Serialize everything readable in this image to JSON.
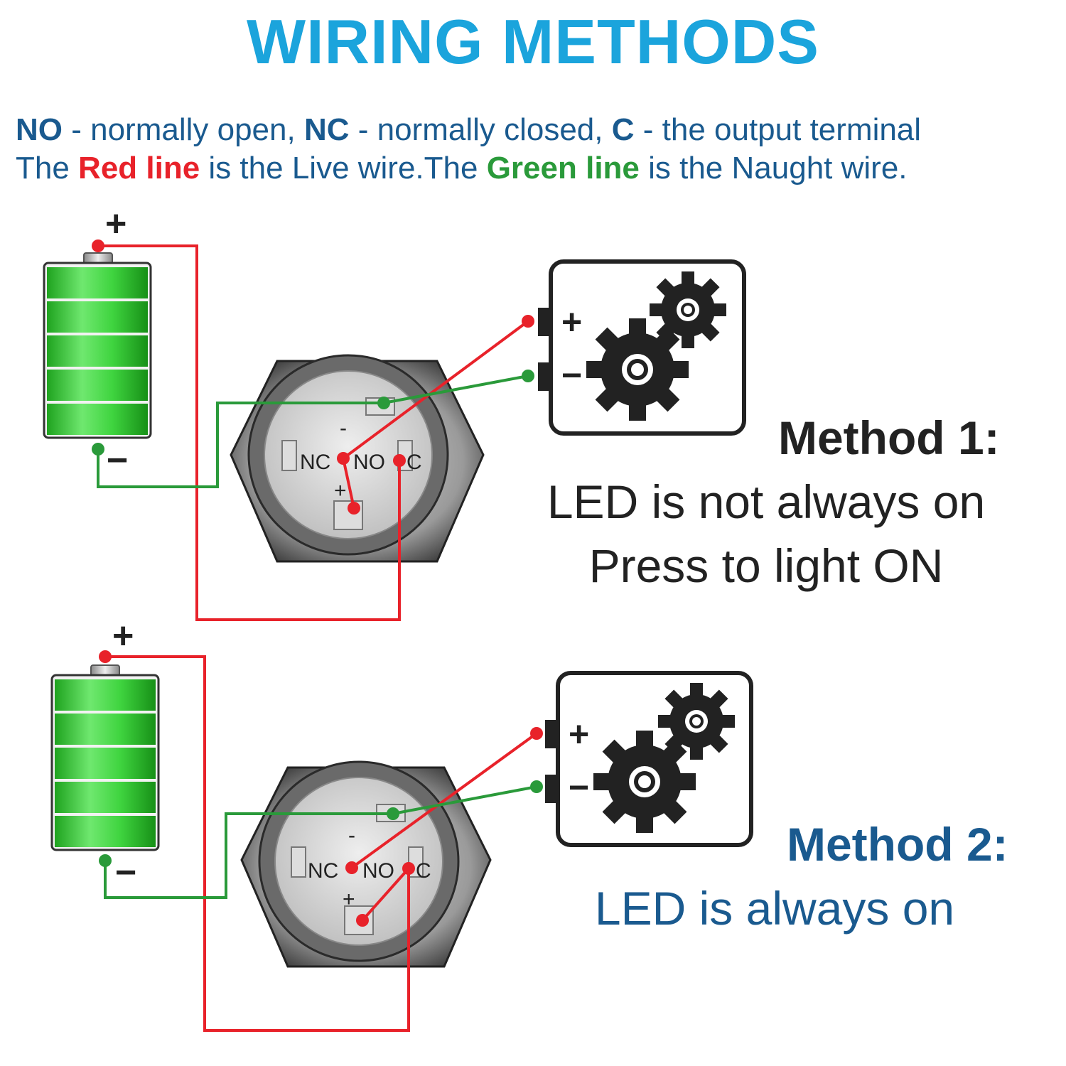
{
  "header": {
    "title": "WIRING METHODS"
  },
  "legend": {
    "line1": {
      "no": "NO",
      "no_desc": " - normally open, ",
      "nc": "NC",
      "nc_desc": " -  normally closed, ",
      "c": "C",
      "c_desc": " - the output terminal"
    },
    "line2": {
      "pre": "The ",
      "red": "Red line",
      "mid": " is the Live wire.The ",
      "green": "Green line",
      "post": " is the Naught wire."
    }
  },
  "method1": {
    "title": "Method 1:",
    "line1": "LED is not always on",
    "line2": "Press to light ON"
  },
  "method2": {
    "title": "Method 2:",
    "line1": "LED is always on"
  },
  "symbols": {
    "plus": "+",
    "minus": "−"
  },
  "switch_labels": {
    "nc": "NC",
    "no": "NO",
    "c": "C",
    "plus": "+",
    "minus": "-"
  },
  "colors": {
    "title_blue": "#1ba4dc",
    "text_blue": "#1a5a8f",
    "red_wire": "#e8222a",
    "green_wire": "#2a9a3a",
    "battery_green": "#3ecf3e",
    "dark": "#222222"
  },
  "icons": [
    "battery-icon",
    "push-switch-icon",
    "gear-device-icon"
  ]
}
